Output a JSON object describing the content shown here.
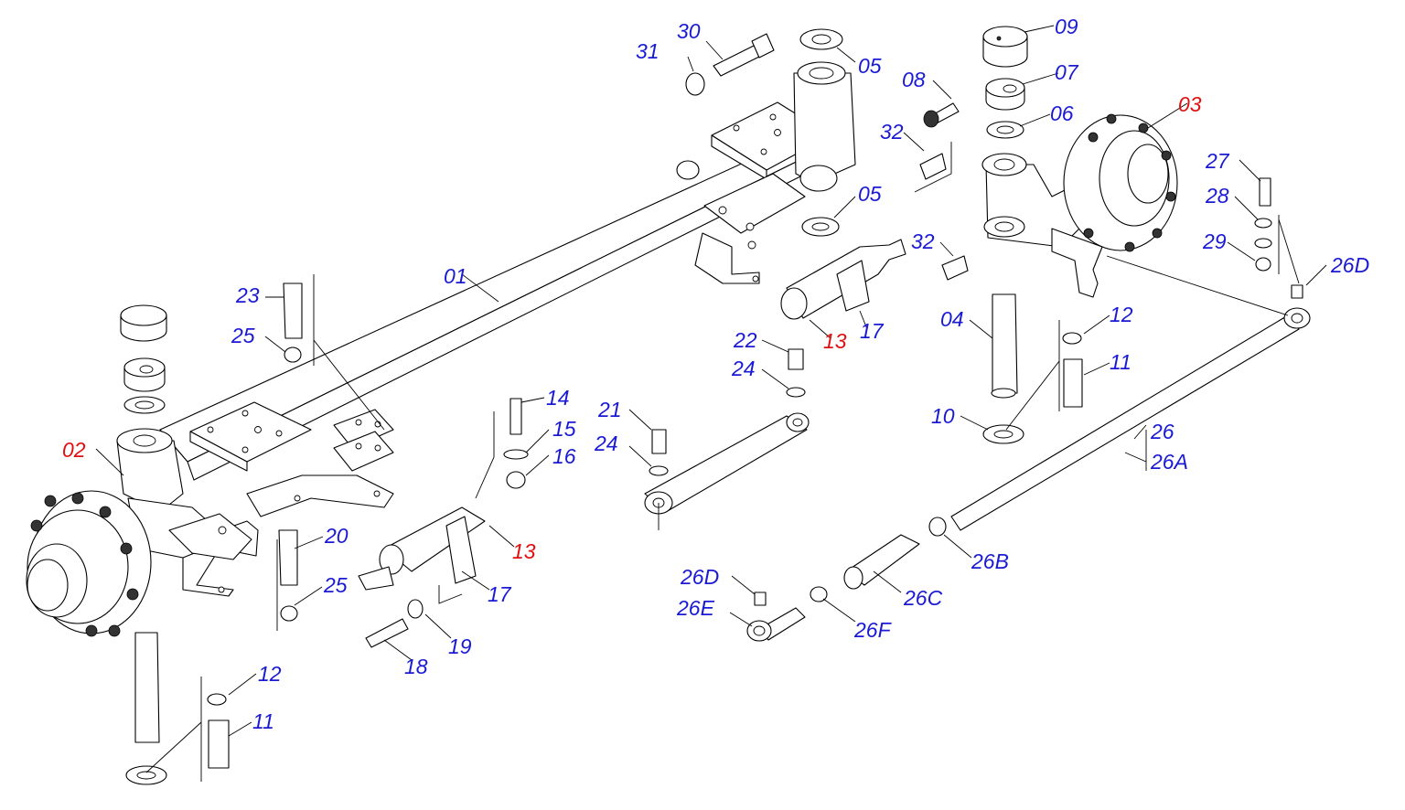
{
  "colors": {
    "blue_label": "#1a1ad4",
    "red_label": "#e01010",
    "line": "#000000"
  },
  "labels": [
    {
      "id": "l30",
      "text": "30",
      "color": "blue"
    },
    {
      "id": "l31",
      "text": "31",
      "color": "blue"
    },
    {
      "id": "l05a",
      "text": "05",
      "color": "blue"
    },
    {
      "id": "l05b",
      "text": "05",
      "color": "blue"
    },
    {
      "id": "l09",
      "text": "09",
      "color": "blue"
    },
    {
      "id": "l08",
      "text": "08",
      "color": "blue"
    },
    {
      "id": "l07",
      "text": "07",
      "color": "blue"
    },
    {
      "id": "l06",
      "text": "06",
      "color": "blue"
    },
    {
      "id": "l03",
      "text": "03",
      "color": "red"
    },
    {
      "id": "l32a",
      "text": "32",
      "color": "blue"
    },
    {
      "id": "l32b",
      "text": "32",
      "color": "blue"
    },
    {
      "id": "l27",
      "text": "27",
      "color": "blue"
    },
    {
      "id": "l28",
      "text": "28",
      "color": "blue"
    },
    {
      "id": "l29",
      "text": "29",
      "color": "blue"
    },
    {
      "id": "l26Da",
      "text": "26D",
      "color": "blue"
    },
    {
      "id": "l01",
      "text": "01",
      "color": "blue"
    },
    {
      "id": "l23",
      "text": "23",
      "color": "blue"
    },
    {
      "id": "l25a",
      "text": "25",
      "color": "blue"
    },
    {
      "id": "l13a",
      "text": "13",
      "color": "red"
    },
    {
      "id": "l17a",
      "text": "17",
      "color": "blue"
    },
    {
      "id": "l04",
      "text": "04",
      "color": "blue"
    },
    {
      "id": "l12a",
      "text": "12",
      "color": "blue"
    },
    {
      "id": "l11a",
      "text": "11",
      "color": "blue"
    },
    {
      "id": "l22",
      "text": "22",
      "color": "blue"
    },
    {
      "id": "l24a",
      "text": "24",
      "color": "blue"
    },
    {
      "id": "l10",
      "text": "10",
      "color": "blue"
    },
    {
      "id": "l26",
      "text": "26",
      "color": "blue"
    },
    {
      "id": "l26A",
      "text": "26A",
      "color": "blue"
    },
    {
      "id": "l02",
      "text": "02",
      "color": "red"
    },
    {
      "id": "l14",
      "text": "14",
      "color": "blue"
    },
    {
      "id": "l15",
      "text": "15",
      "color": "blue"
    },
    {
      "id": "l16",
      "text": "16",
      "color": "blue"
    },
    {
      "id": "l21",
      "text": "21",
      "color": "blue"
    },
    {
      "id": "l24b",
      "text": "24",
      "color": "blue"
    },
    {
      "id": "l20",
      "text": "20",
      "color": "blue"
    },
    {
      "id": "l13b",
      "text": "13",
      "color": "red"
    },
    {
      "id": "l25b",
      "text": "25",
      "color": "blue"
    },
    {
      "id": "l17b",
      "text": "17",
      "color": "blue"
    },
    {
      "id": "l26B",
      "text": "26B",
      "color": "blue"
    },
    {
      "id": "l26Db",
      "text": "26D",
      "color": "blue"
    },
    {
      "id": "l26C",
      "text": "26C",
      "color": "blue"
    },
    {
      "id": "l26E",
      "text": "26E",
      "color": "blue"
    },
    {
      "id": "l19",
      "text": "19",
      "color": "blue"
    },
    {
      "id": "l26F",
      "text": "26F",
      "color": "blue"
    },
    {
      "id": "l18",
      "text": "18",
      "color": "blue"
    },
    {
      "id": "l12b",
      "text": "12",
      "color": "blue"
    },
    {
      "id": "l11b",
      "text": "11",
      "color": "blue"
    }
  ]
}
